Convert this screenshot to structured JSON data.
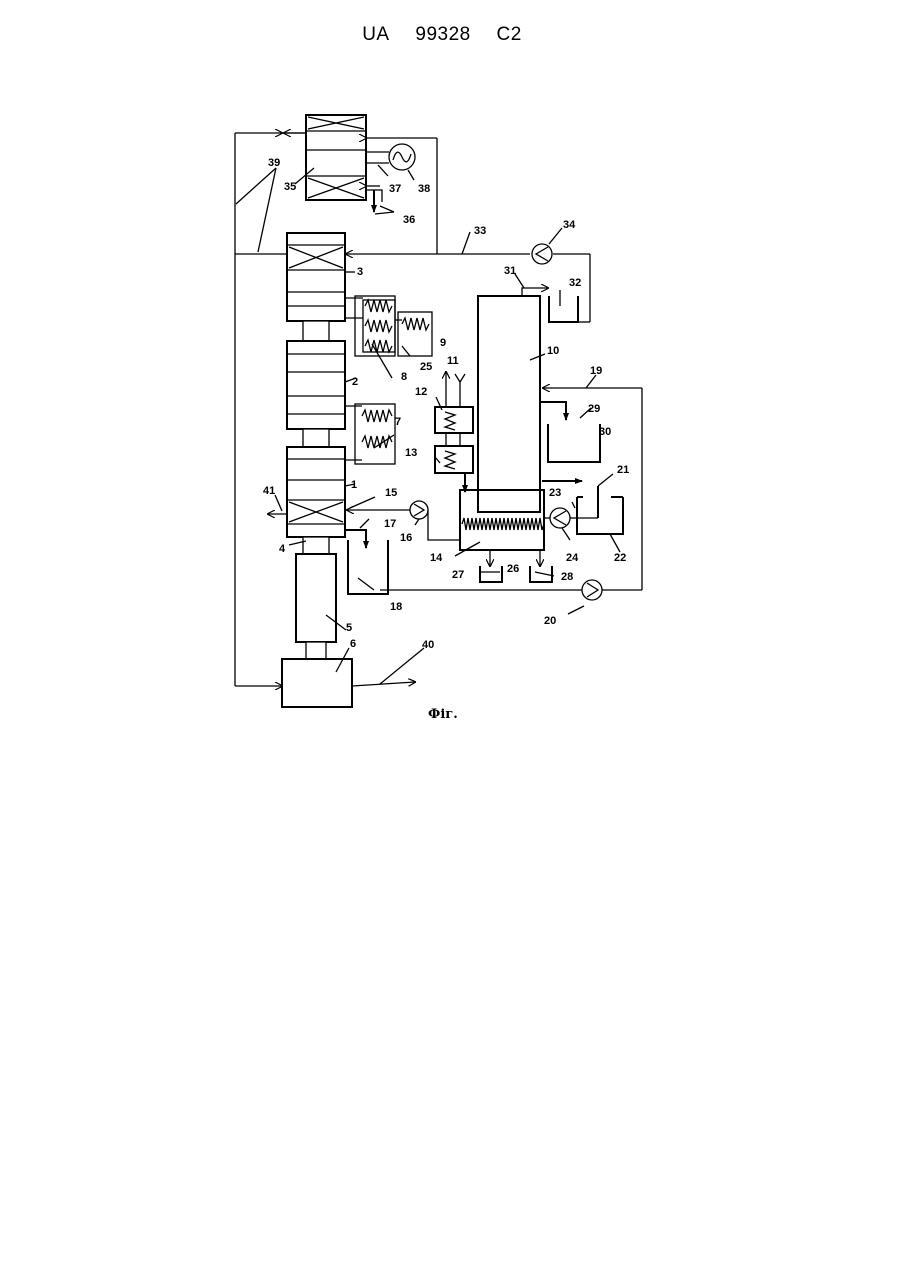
{
  "header": {
    "office": "UA",
    "number": "99328",
    "kind": "C2"
  },
  "figure": {
    "caption": "Фіг.",
    "labels": {
      "n1": "1",
      "n2": "2",
      "n3": "3",
      "n4": "4",
      "n5": "5",
      "n6": "6",
      "n7": "7",
      "n8": "8",
      "n9": "9",
      "n10": "10",
      "n11": "11",
      "n12": "12",
      "n13": "13",
      "n14": "14",
      "n15": "15",
      "n16": "16",
      "n17": "17",
      "n18": "18",
      "n19": "19",
      "n20": "20",
      "n21": "21",
      "n22": "22",
      "n23": "23",
      "n24": "24",
      "n25": "25",
      "n26": "26",
      "n27": "27",
      "n28": "28",
      "n29": "29",
      "n30": "30",
      "n31": "31",
      "n32": "32",
      "n33": "33",
      "n34": "34",
      "n35": "35",
      "n36": "36",
      "n37": "37",
      "n38": "38",
      "n39": "39",
      "n40": "40",
      "n41": "41"
    }
  }
}
